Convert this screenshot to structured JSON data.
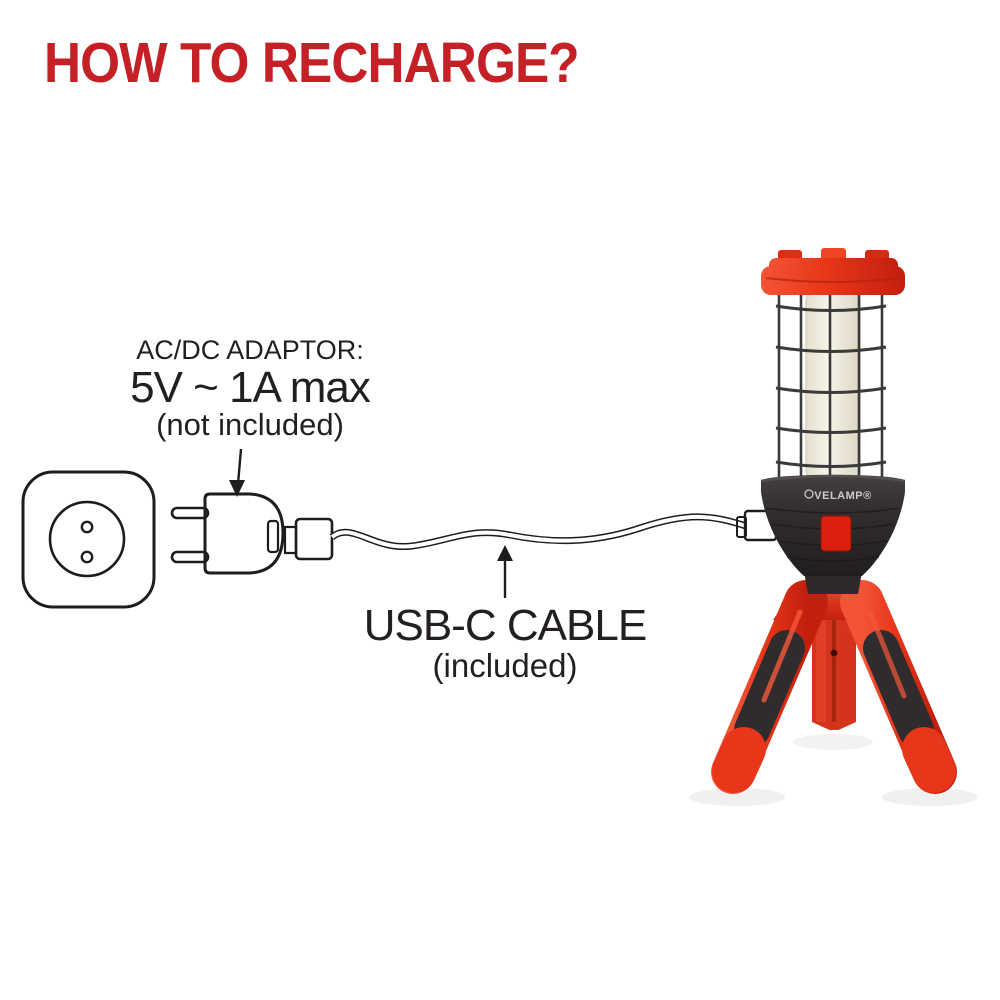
{
  "title": {
    "text": "HOW TO RECHARGE?"
  },
  "annotations": {
    "adaptor": {
      "heading": "AC/DC ADAPTOR:",
      "spec": "5V ~ 1A max",
      "note": "(not included)"
    },
    "cable": {
      "label": "USB-C CABLE",
      "note": "(included)"
    }
  },
  "lamp": {
    "brand_logo": "VELAMP®"
  },
  "colors": {
    "title_red": "#c52026",
    "ink": "#1d1d1b",
    "lamp_red": "#e73b1f",
    "lamp_red_dark": "#c51f0e",
    "lamp_dark": "#2b2829",
    "led_tube": "#f3efe2",
    "logo_text": "#cccccc"
  }
}
